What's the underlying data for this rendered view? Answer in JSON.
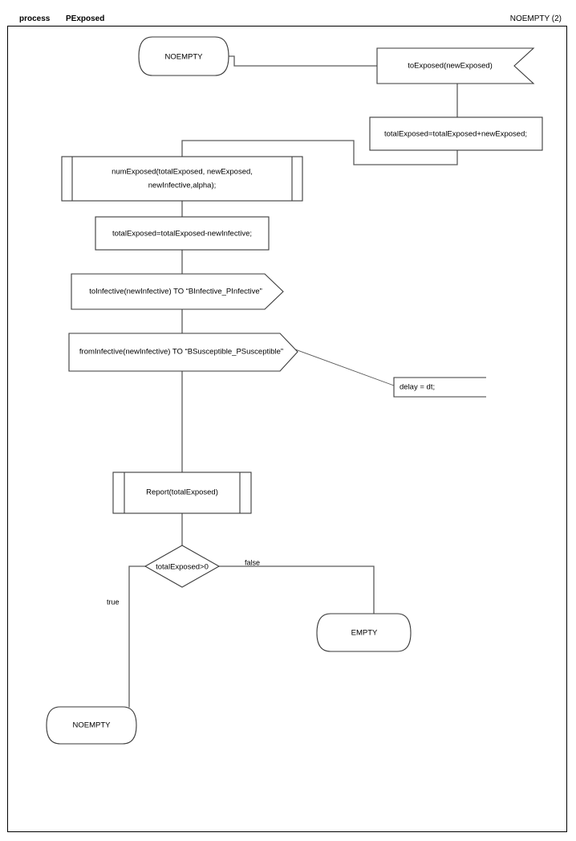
{
  "header": {
    "kind_label": "process",
    "process_name": "PExposed",
    "state_label": "NOEMPTY (2)"
  },
  "nodes": {
    "start_state": "NOEMPTY",
    "receive_signal": "toExposed(newExposed)",
    "assign_add": "totalExposed=totalExposed+newExposed;",
    "subroutine_num": "numExposed(totalExposed, newExposed,",
    "subroutine_num_line2": "newInfective,alpha);",
    "assign_sub": "totalExposed=totalExposed-newInfective;",
    "send_to_infective": "toInfective(newInfective) TO “BInfective_PInfective”",
    "send_from_infective": "fromInfective(newInfective) TO “BSusceptible_PSusceptible”",
    "comment_delay": "delay = dt;",
    "subroutine_report": "Report(totalExposed)",
    "decision": "totalExposed>0",
    "end_empty": "EMPTY",
    "end_noempty": "NOEMPTY"
  },
  "edge_labels": {
    "false_branch": "false",
    "true_branch": "true"
  },
  "colors": {
    "shape_stroke": "#3a3a3a",
    "connector_stroke": "#5a5a5a",
    "background": "#ffffff",
    "text": "#000000"
  }
}
